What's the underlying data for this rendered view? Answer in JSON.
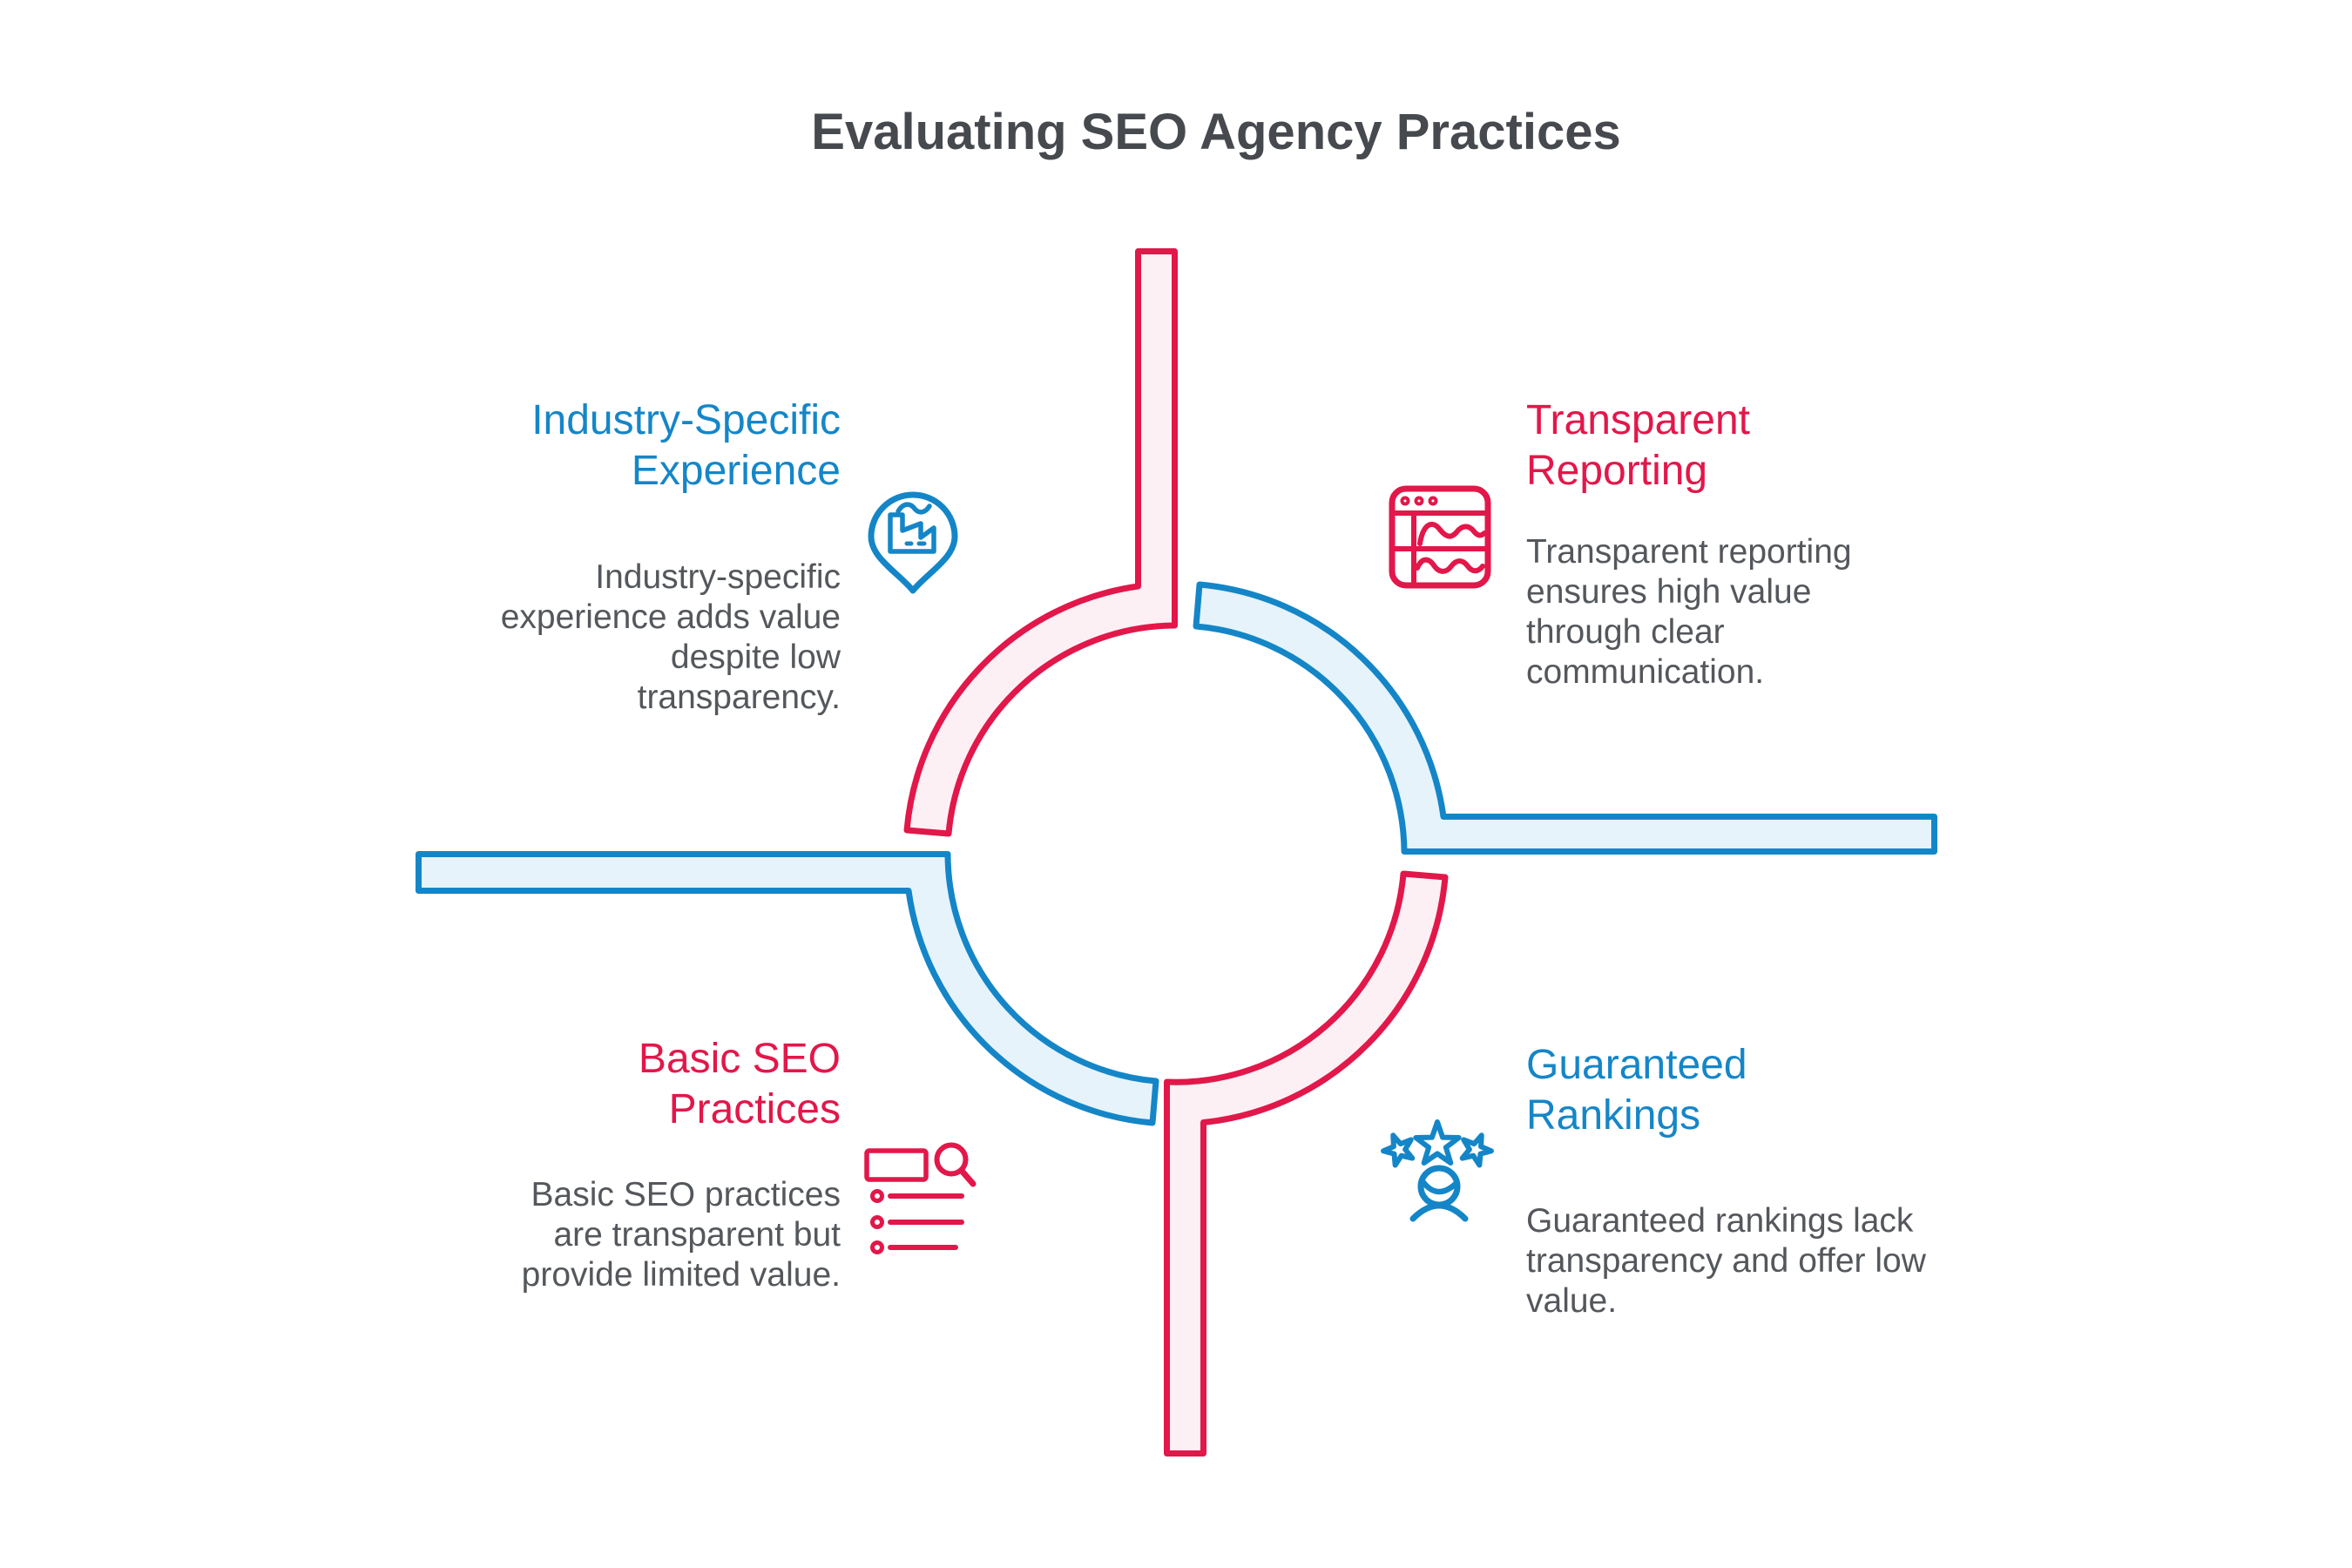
{
  "title": {
    "text": "Evaluating SEO Agency Practices"
  },
  "theme": {
    "red": "#E2174A",
    "blue": "#1486C8",
    "pink_fill": "#FCF0F4",
    "blue_fill": "#E6F3FB",
    "title_color": "#46494E",
    "body_color": "#54575B",
    "background": "#FFFFFF"
  },
  "quadrants": [
    {
      "id": "industry-specific-experience",
      "accent": "blue",
      "align": "right",
      "heading_lines": [
        "Industry-Specific",
        "Experience"
      ],
      "body_lines": [
        "Industry-specific",
        "experience adds value",
        "despite low",
        "transparency."
      ],
      "icon": "factory-location-pin-icon"
    },
    {
      "id": "transparent-reporting",
      "accent": "red",
      "align": "left",
      "heading_lines": [
        "Transparent",
        "Reporting"
      ],
      "body_lines": [
        "Transparent reporting",
        "ensures high value",
        "through clear",
        "communication."
      ],
      "icon": "report-window-icon"
    },
    {
      "id": "basic-seo-practices",
      "accent": "red",
      "align": "right",
      "heading_lines": [
        "Basic SEO",
        "Practices"
      ],
      "body_lines": [
        "Basic SEO practices",
        "are transparent but",
        "provide limited value."
      ],
      "icon": "checklist-search-icon"
    },
    {
      "id": "guaranteed-rankings",
      "accent": "blue",
      "align": "left",
      "heading_lines": [
        "Guaranteed",
        "Rankings"
      ],
      "body_lines": [
        "Guaranteed rankings lack",
        "transparency and offer low",
        "value."
      ],
      "icon": "person-stars-icon"
    }
  ]
}
